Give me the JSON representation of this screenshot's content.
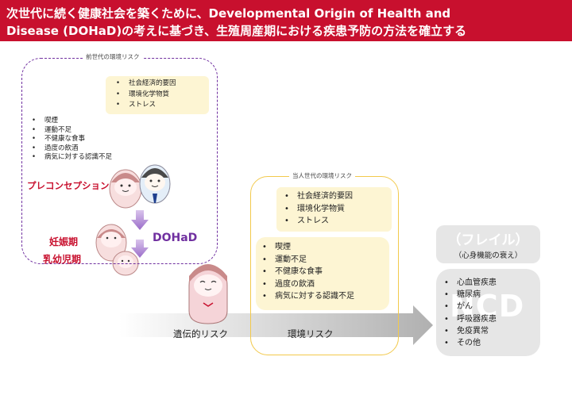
{
  "banner": {
    "line1": "次世代に続く健康社会を築くために、Developmental Origin of Health and",
    "line2": "Disease (DOHaD)の考えに基づき、生殖周産期における疾患予防の方法を確立する",
    "color": "#c8102e"
  },
  "previous_generation": {
    "title": "前世代の環境リスク",
    "social_factors": [
      "社会経済的要因",
      "環境化学物質",
      "ストレス"
    ],
    "lifestyle_factors": [
      "喫煙",
      "運動不足",
      "不健康な食事",
      "過度の飲酒",
      "病気に対する認識不足"
    ],
    "preconception_label": "プレコンセプション",
    "pregnancy_label": "妊娠期",
    "infant_label": "乳幼児期",
    "dohad_label": "DOHaD"
  },
  "current_generation": {
    "title": "当人世代の環境リスク",
    "social_factors": [
      "社会経済的要因",
      "環境化学物質",
      "ストレス"
    ],
    "lifestyle_factors": [
      "喫煙",
      "運動不足",
      "不健康な食事",
      "過度の飲酒",
      "病気に対する認識不足"
    ]
  },
  "arrow": {
    "genetic_risk": "遺伝的リスク",
    "environmental_risk": "環境リスク"
  },
  "outcomes": {
    "frail": "（フレイル）",
    "frail_sub": "（心身機能の衰え）",
    "ncd_watermark": "NCD",
    "diseases": [
      "心血管疾患",
      "糖尿病",
      "がん",
      "呼吸器疾患",
      "免疫異常",
      "その他"
    ]
  },
  "colors": {
    "accent_red": "#c8102e",
    "purple": "#7030a0",
    "yellow_fill": "#fdf5d3",
    "yellow_border": "#f2c94c",
    "grey_box": "#e6e6e6"
  }
}
